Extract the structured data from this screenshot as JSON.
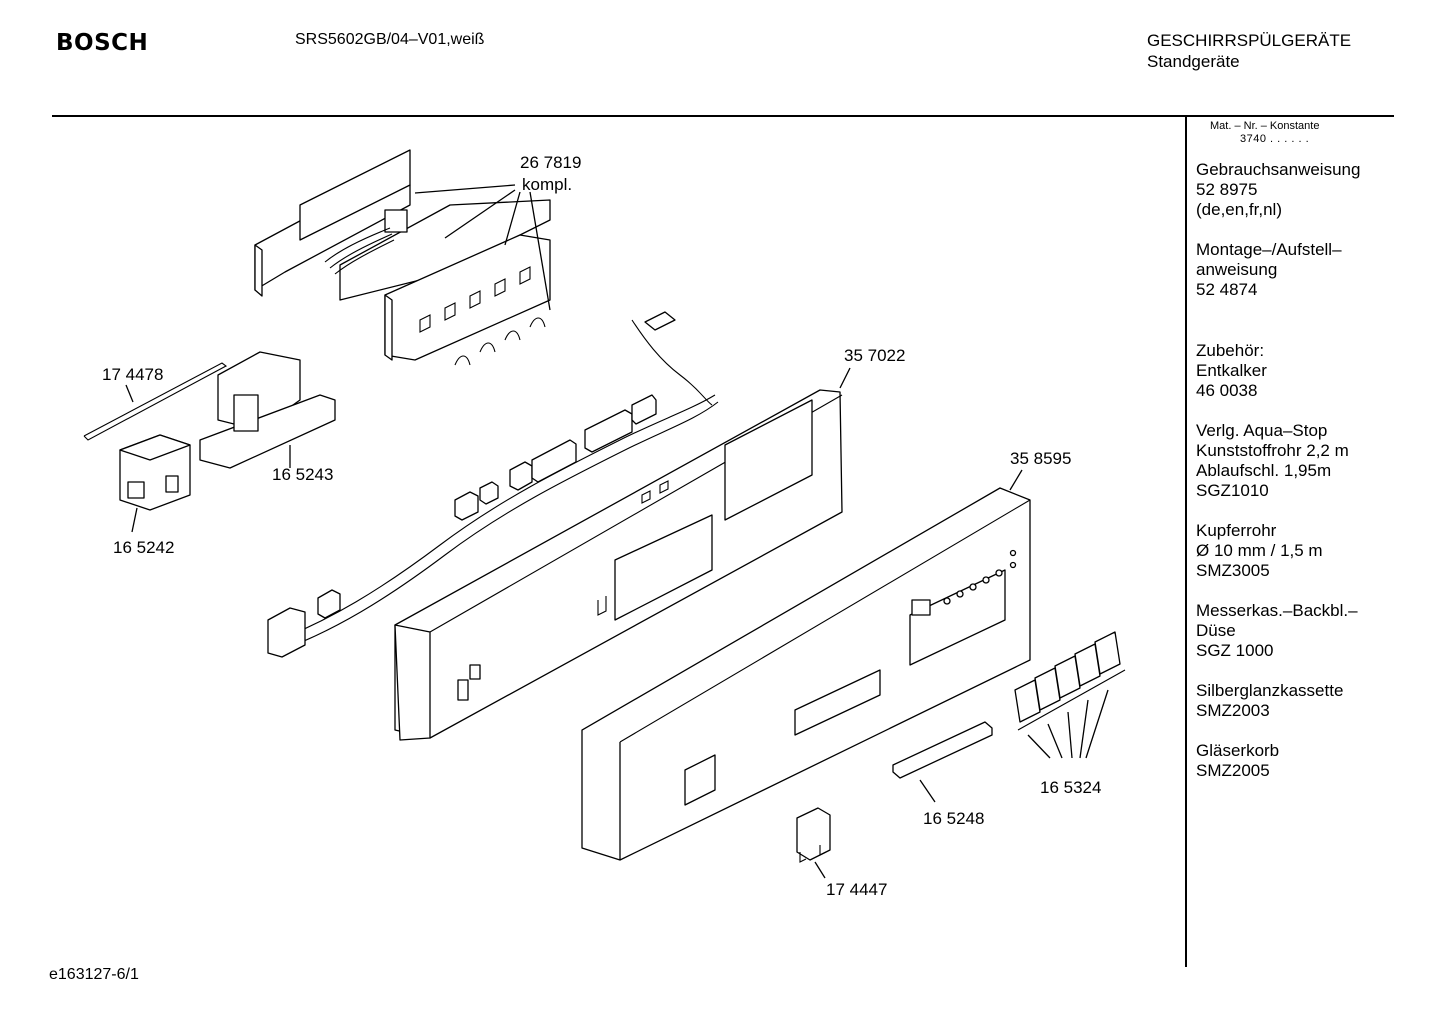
{
  "header": {
    "brand": "BOSCH",
    "model": "SRS5602GB/04–V01,weiß",
    "category_line1": "GESCHIRRSPÜLGERÄTE",
    "category_line2": "Standgeräte"
  },
  "footer": {
    "doc_id": "e163127-6/1"
  },
  "sidebar": {
    "header_line1": "Mat. – Nr. – Konstante",
    "header_line2": "3740 . . . . . .",
    "blocks": [
      {
        "lines": [
          "Gebrauchsanweisung",
          "52 8975",
          "(de,en,fr,nl)"
        ]
      },
      {
        "lines": [
          "Montage–/Aufstell–",
          "anweisung",
          "52 4874"
        ]
      },
      {
        "lines": [
          "Zubehör:",
          "Entkalker",
          "46 0038"
        ]
      },
      {
        "lines": [
          "Verlg. Aqua–Stop",
          "Kunststoffrohr 2,2 m",
          "Ablaufschl. 1,95m",
          "SGZ1010"
        ]
      },
      {
        "lines": [
          "Kupferrohr",
          "Ø 10 mm / 1,5 m",
          "SMZ3005"
        ]
      },
      {
        "lines": [
          "Messerkas.–Backbl.–",
          "Düse",
          "SGZ 1000"
        ]
      },
      {
        "lines": [
          "Silberglanzkassette",
          "SMZ2003"
        ]
      },
      {
        "lines": [
          "Gläserkorb",
          "SMZ2005"
        ]
      }
    ]
  },
  "parts": {
    "p267819": "26 7819",
    "p267819_note": "kompl.",
    "p174478": "17 4478",
    "p165243": "16 5243",
    "p165242": "16 5242",
    "p357022": "35 7022",
    "p358595": "35 8595",
    "p165324": "16 5324",
    "p165248": "16 5248",
    "p174447": "17 4447"
  }
}
